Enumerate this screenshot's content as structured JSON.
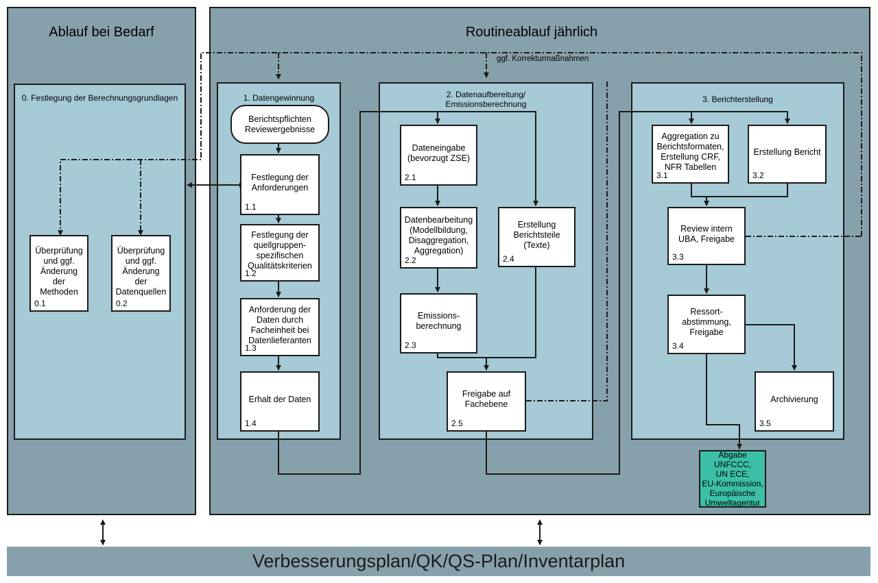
{
  "sections": {
    "left_title": "Ablauf bei Bedarf",
    "right_title": "Routineablauf jährlich",
    "correction": "ggf. Korrekturmaßnahmen",
    "footer": "Verbesserungsplan/QK/QS-Plan/Inventarplan"
  },
  "groups": {
    "g0": "0. Festlegung der Berechnungsgrundlagen",
    "g1": "1. Datengewinnung",
    "g2": "2. Datenaufbereitung/\nEmissionsberechnung",
    "g3": "3. Berichterstellung"
  },
  "boxes": {
    "b01": {
      "text": "Überprüfung\nund ggf.\nÄnderung der\nMethoden",
      "num": "0.1"
    },
    "b02": {
      "text": "Überprüfung\nund ggf.\nÄnderung der\nDatenquellen",
      "num": "0.2"
    },
    "review": {
      "text": "Berichtspflichten\nReviewergebnisse"
    },
    "b11": {
      "text": "Festlegung der\nAnforderungen",
      "num": "1.1"
    },
    "b12": {
      "text": "Festlegung der\nquellgruppen-\nspezifischen\nQualitätskriterien",
      "num": "1.2"
    },
    "b13": {
      "text": "Anforderung der\nDaten durch\nFacheinheit bei\nDatenlieferanten",
      "num": "1.3"
    },
    "b14": {
      "text": "Erhalt der Daten",
      "num": "1.4"
    },
    "b21": {
      "text": "Dateneingabe\n(bevorzugt ZSE)",
      "num": "2.1"
    },
    "b22": {
      "text": "Datenbearbeitung\n(Modellbildung,\nDisaggregation,\nAggregation)",
      "num": "2.2"
    },
    "b23": {
      "text": "Emissions-\nberechnung",
      "num": "2.3"
    },
    "b24": {
      "text": "Erstellung\nBerichtsteile\n(Texte)",
      "num": "2.4"
    },
    "b25": {
      "text": "Freigabe auf\nFachebene",
      "num": "2.5"
    },
    "b31": {
      "text": "Aggregation zu\nBerichtsformaten,\nErstellung CRF,\nNFR Tabellen",
      "num": "3.1"
    },
    "b32": {
      "text": "Erstellung Bericht",
      "num": "3.2"
    },
    "b33": {
      "text": "Review intern\nUBA, Freigabe",
      "num": "3.3"
    },
    "b34": {
      "text": "Ressort-\nabstimmung,\nFreigabe",
      "num": "3.4"
    },
    "b35": {
      "text": "Archivierung",
      "num": "3.5"
    },
    "submit": {
      "text": "Abgabe UNFCCC,\nUN ECE,\nEU-Kommission,\nEuropäische\nUmweltagentur"
    }
  },
  "colors": {
    "panel": "#87a1ac",
    "inner": "#a6cad6",
    "submit": "#3bbfa6",
    "line": "#1a1a1a"
  }
}
